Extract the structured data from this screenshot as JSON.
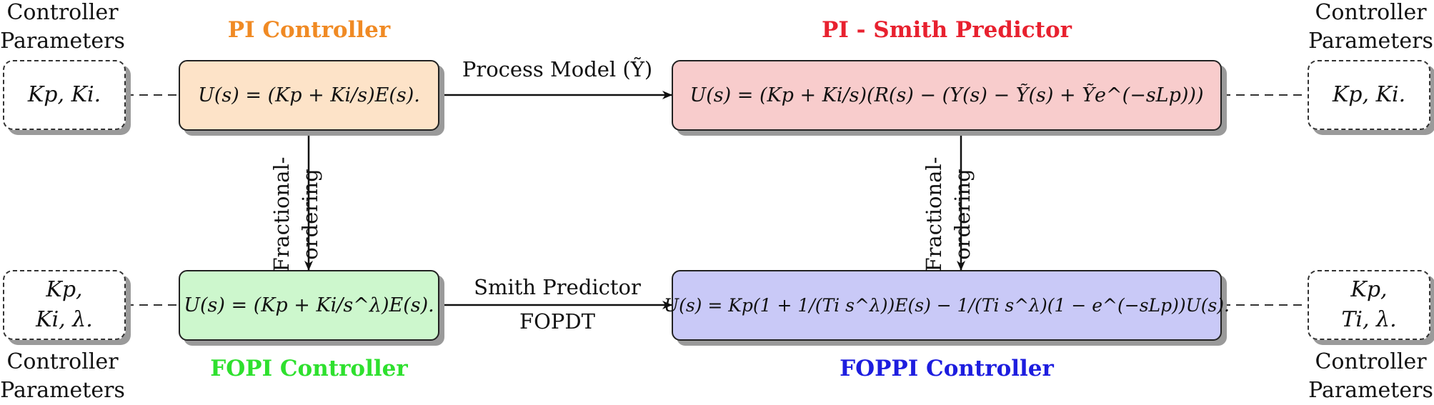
{
  "colors": {
    "pi_title": "#f08a24",
    "smith_title": "#e8212f",
    "fopi_title": "#2ee02e",
    "foppi_title": "#1d1ddf",
    "pi_fill": "#fde3c8",
    "smith_fill": "#f8cccc",
    "fopi_fill": "#cdf7cd",
    "foppi_fill": "#c9c9f7"
  },
  "top_left_caption": [
    "Controller",
    "Parameters"
  ],
  "top_right_caption": [
    "Controller",
    "Parameters"
  ],
  "bottom_left_caption": [
    "Controller",
    "Parameters"
  ],
  "bottom_right_caption": [
    "Controller",
    "Parameters"
  ],
  "pi": {
    "title": "PI Controller",
    "formula": "U(s) = (Kp + Ki/s)E(s).",
    "params": [
      "Kp, Ki."
    ]
  },
  "smith": {
    "title": "PI - Smith Predictor",
    "formula": "U(s) = (Kp + Ki/s)(R(s) − (Y(s) − Ỹ(s) + Ỹe^(−sLp)))",
    "params": [
      "Kp, Ki."
    ]
  },
  "fopi": {
    "title": "FOPI Controller",
    "formula": "U(s) = (Kp + Ki/s^λ)E(s).",
    "params": [
      "Kp,",
      "Ki, λ."
    ]
  },
  "foppi": {
    "title": "FOPPI Controller",
    "formula": "U(s) = Kp(1 + 1/(Ti s^λ))E(s) − 1/(Ti s^λ)(1 − e^(−sLp))U(s).",
    "params": [
      "Kp,",
      "Ti, λ."
    ]
  },
  "edges": {
    "top_label": "Process Model (Ỹ)",
    "bottom_label_1": "Smith Predictor",
    "bottom_label_2": "FOPDT",
    "vertical_label_1": "Fractional-",
    "vertical_label_2": "ordering"
  }
}
